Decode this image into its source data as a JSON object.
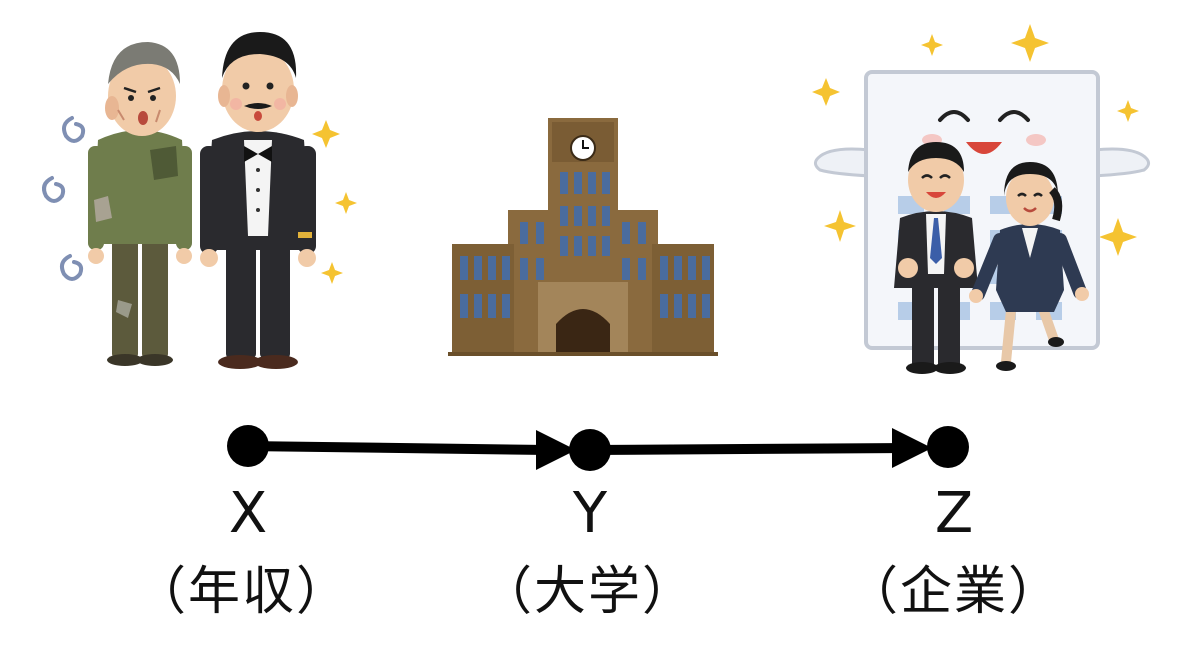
{
  "nodes": [
    {
      "id": "x",
      "letter": "X",
      "caption": "（年収）",
      "icon": "poor-and-rich-men-icon"
    },
    {
      "id": "y",
      "letter": "Y",
      "caption": "（大学）",
      "icon": "university-building-icon"
    },
    {
      "id": "z",
      "letter": "Z",
      "caption": "（企業）",
      "icon": "happy-company-building-icon"
    }
  ],
  "edges": [
    {
      "from": "x",
      "to": "y"
    },
    {
      "from": "y",
      "to": "z"
    }
  ],
  "colors": {
    "arrow": "#000000",
    "building_brown": "#8a6a3e",
    "building_window": "#4a6c9e",
    "suit_dark": "#2a2a2e",
    "sweater_green": "#6f7d4c",
    "sparkle": "#f5c331",
    "office_window": "#b7cde8"
  }
}
